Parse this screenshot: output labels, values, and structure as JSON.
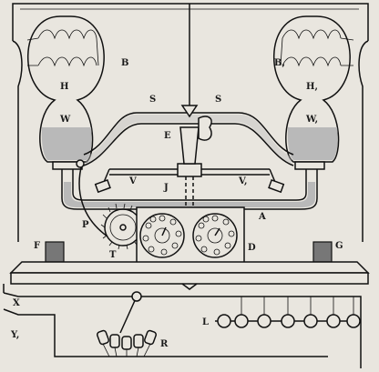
{
  "labels": {
    "B": "B",
    "B1": "B,",
    "H": "H",
    "H1": "H,",
    "S_left": "S",
    "S_right": "S",
    "W": "W",
    "W1": "W,",
    "E": "E",
    "V": "V",
    "V1": "V,",
    "J": "J",
    "A": "A",
    "P": "P",
    "T": "T",
    "D": "D",
    "F": "F",
    "G": "G",
    "X": "X",
    "Y1": "Y,",
    "L": "L",
    "R": "R"
  },
  "colors": {
    "ink": "#111111",
    "paper": "#e9e6df",
    "water": "#b9b9b9"
  },
  "lamp_count": 7,
  "dial_count": 2
}
